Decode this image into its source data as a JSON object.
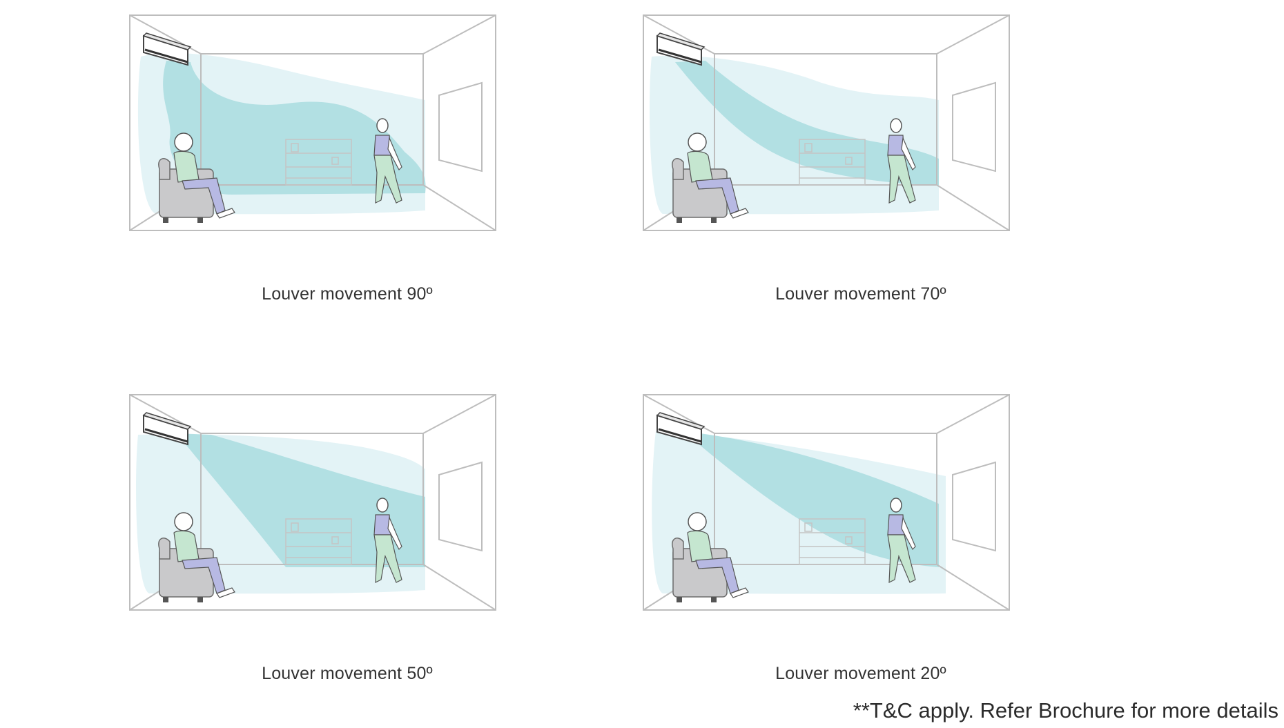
{
  "panels": [
    {
      "caption": "Louver movement 90º",
      "louver_angle": 90
    },
    {
      "caption": "Louver movement 70º",
      "louver_angle": 70
    },
    {
      "caption": "Louver movement 50º",
      "louver_angle": 50
    },
    {
      "caption": "Louver movement 20º",
      "louver_angle": 20
    }
  ],
  "footnote": "**T&C apply. Refer Brochure for more details",
  "colors": {
    "room_line": "#bdbdbd",
    "airflow_light": "#e3f3f6",
    "airflow_main": "#a9dcdf",
    "chair": "#c9c9cb",
    "shirt_green": "#c5e6d0",
    "pants_purple": "#b7b9e3"
  }
}
